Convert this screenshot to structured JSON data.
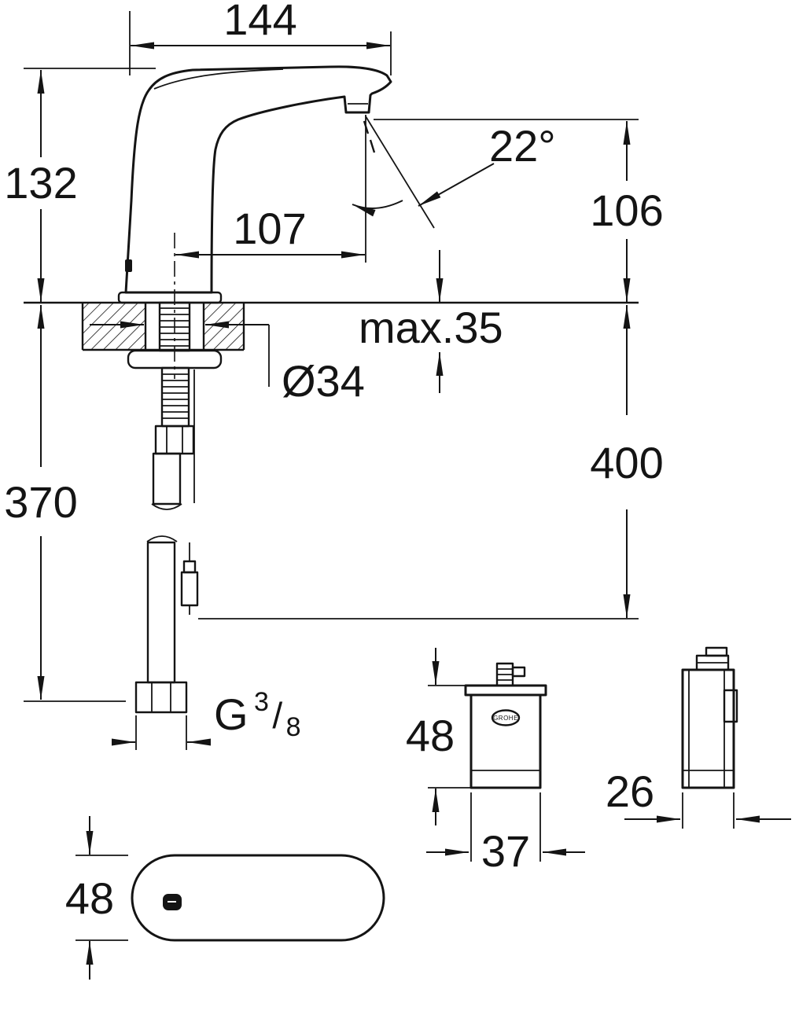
{
  "drawing": {
    "background": "#ffffff",
    "line_color": "#141414",
    "labels": {
      "spout_width": "144",
      "spout_height": "132",
      "spout_angle": "22°",
      "outlet_height": "106",
      "spout_reach": "107",
      "max_deck_thickness": "max.35",
      "hole_diameter": "Ø34",
      "connection_length": "400",
      "hose_length": "370",
      "thread_prefix": "G",
      "thread_numerator": "3",
      "thread_slash": "/",
      "thread_denominator": "8",
      "control_box_height": "48",
      "control_box_width": "37",
      "control_box_depth": "26",
      "base_depth": "48",
      "logo": "GROHE"
    }
  }
}
